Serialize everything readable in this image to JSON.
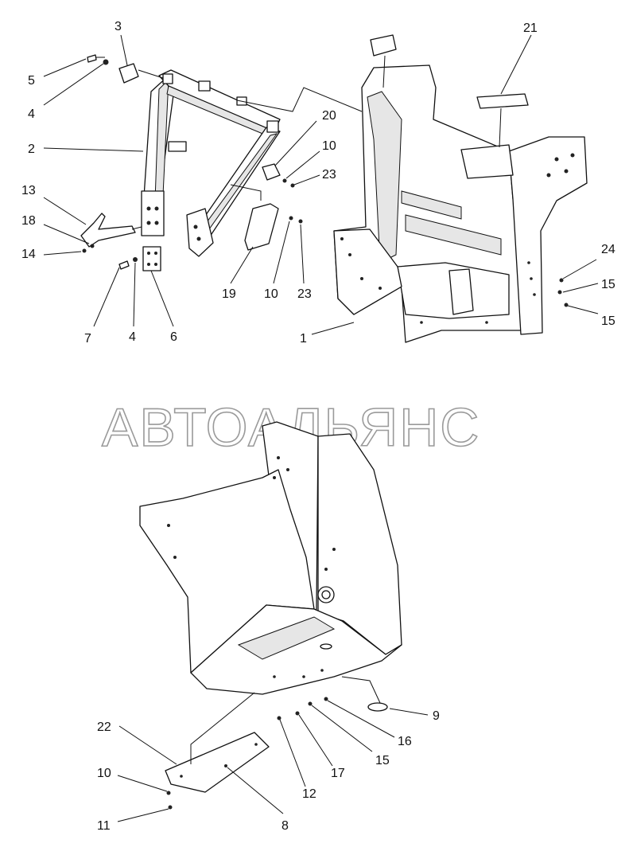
{
  "watermark": "АВТОАЛЬЯНС",
  "callouts": [
    {
      "id": "c3a",
      "text": "3"
    },
    {
      "id": "c5",
      "text": "5"
    },
    {
      "id": "c4a",
      "text": "4"
    },
    {
      "id": "c2",
      "text": "2"
    },
    {
      "id": "c13",
      "text": "13"
    },
    {
      "id": "c18",
      "text": "18"
    },
    {
      "id": "c14",
      "text": "14"
    },
    {
      "id": "c7",
      "text": "7"
    },
    {
      "id": "c4b",
      "text": "4"
    },
    {
      "id": "c6",
      "text": "6"
    },
    {
      "id": "c20",
      "text": "20"
    },
    {
      "id": "c10a",
      "text": "10"
    },
    {
      "id": "c23a",
      "text": "23"
    },
    {
      "id": "c19",
      "text": "19"
    },
    {
      "id": "c10b",
      "text": "10"
    },
    {
      "id": "c23b",
      "text": "23"
    },
    {
      "id": "c21",
      "text": "21"
    },
    {
      "id": "c1",
      "text": "1"
    },
    {
      "id": "c24",
      "text": "24"
    },
    {
      "id": "c15a",
      "text": "15"
    },
    {
      "id": "c15b",
      "text": "15"
    },
    {
      "id": "c9",
      "text": "9"
    },
    {
      "id": "c16",
      "text": "16"
    },
    {
      "id": "c15c",
      "text": "15"
    },
    {
      "id": "c17",
      "text": "17"
    },
    {
      "id": "c12",
      "text": "12"
    },
    {
      "id": "c22",
      "text": "22"
    },
    {
      "id": "c10c",
      "text": "10"
    },
    {
      "id": "c11",
      "text": "11"
    },
    {
      "id": "c8",
      "text": "8"
    }
  ]
}
